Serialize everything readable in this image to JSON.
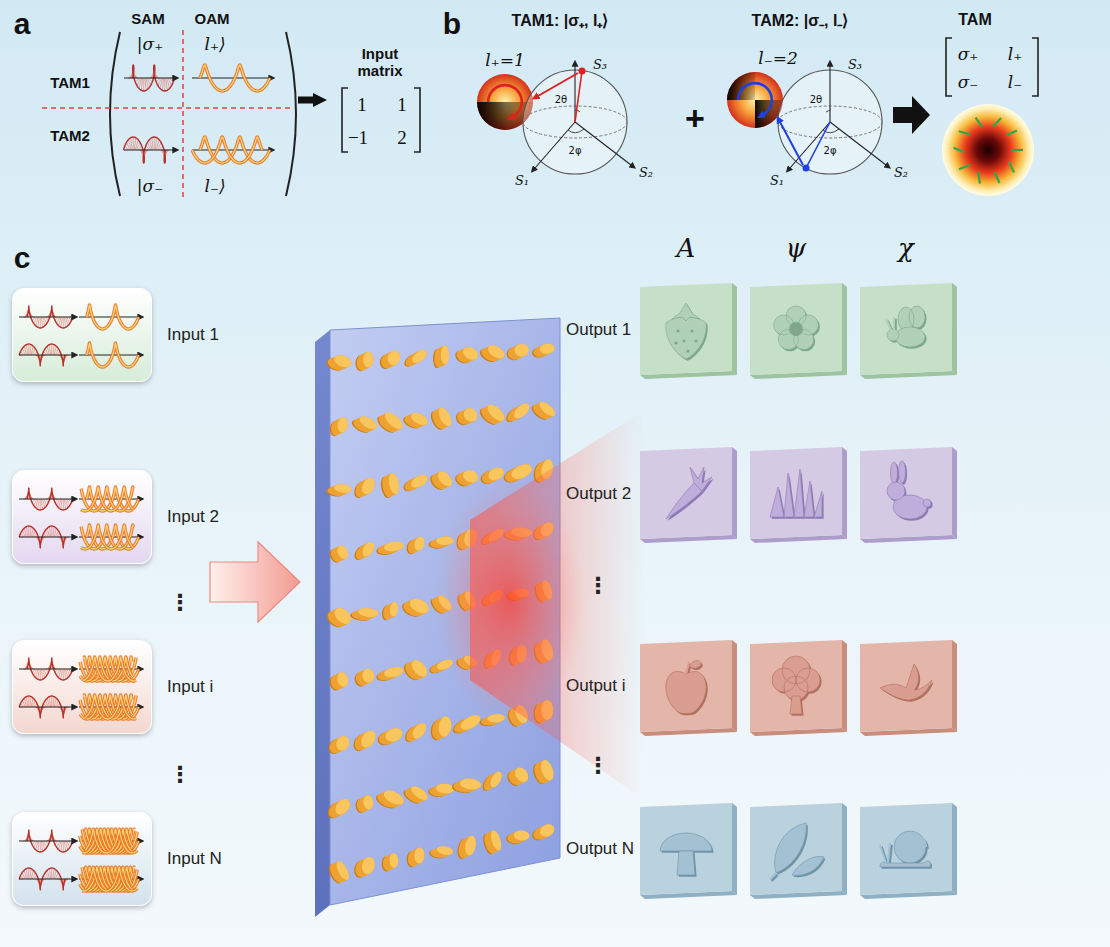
{
  "diagram": {
    "nodes": [
      {
        "text": [
          "SAM",
          "OAM",
          "|σ₊",
          "l₊⟩",
          "TAM1",
          "TAM2",
          "|σ₋",
          "l₋⟩"
        ]
      },
      {
        "text": [
          "Input matrix",
          "1",
          "1",
          "−1",
          "2"
        ]
      },
      {
        "text": [
          "Input 1"
        ]
      },
      {
        "text": [
          "Input 2"
        ]
      },
      {
        "text": [
          "Input i"
        ]
      },
      {
        "text": [
          "Input N"
        ]
      }
    ],
    "edges": [
      {
        "from": 0,
        "to": 1,
        "arrow": "to"
      }
    ],
    "labels": [
      "a",
      "b",
      "c",
      "TAM1: |σ₊, l₊⟩",
      "l₊=1",
      "S₃",
      "S₁",
      "S₂",
      "2θ",
      "2φ",
      "TAM2: |σ₋, l₋⟩",
      "l₋=2",
      "S₃",
      "S₁",
      "S₂",
      "2θ",
      "2φ",
      "+",
      "TAM",
      "σ₊",
      "l₊",
      "σ₋",
      "l₋",
      "A",
      "ψ",
      "χ",
      "Output 1",
      "Output 2",
      "⋮",
      "Output i",
      "⋮",
      "Output N",
      "⋮",
      "⋮"
    ]
  }
}
